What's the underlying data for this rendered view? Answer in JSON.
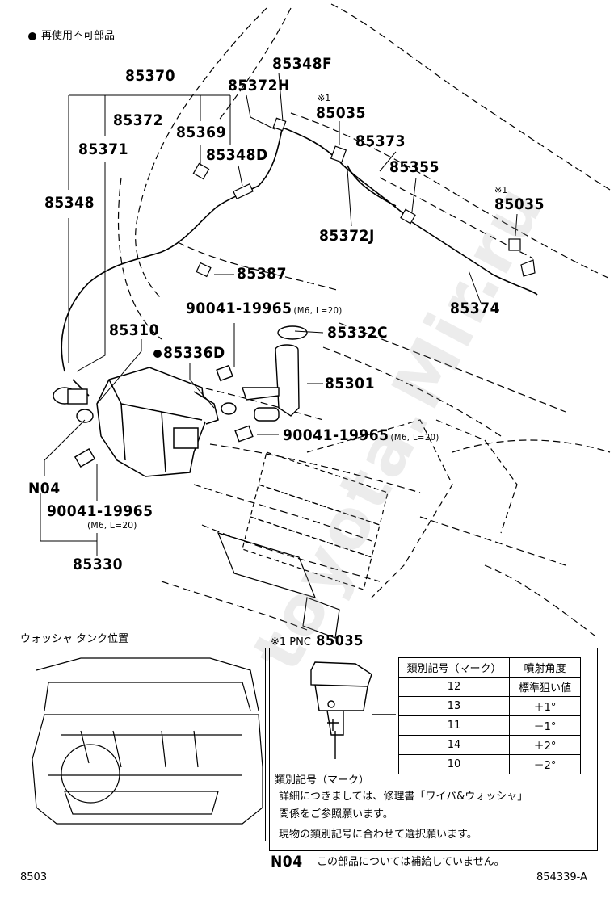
{
  "legend": {
    "symbol": "●",
    "text": "再使用不可部品"
  },
  "parts": {
    "p85370": "85370",
    "p85372": "85372",
    "p85371": "85371",
    "p85348": "85348",
    "p85369": "85369",
    "p85348d": "85348D",
    "p85348f": "85348F",
    "p85372h": "85372H",
    "p85035_top": "85035",
    "p85035_right": "85035",
    "p85373": "85373",
    "p85355": "85355",
    "p85372j": "85372J",
    "p85374": "85374",
    "p85387": "85387",
    "p90041_a": "90041-19965",
    "p90041_a_spec": "(M6, L=20)",
    "p85332c": "85332C",
    "p85310": "85310",
    "p85336d": "85336D",
    "p85301": "85301",
    "p90041_b": "90041-19965",
    "p90041_b_spec": "(M6, L=20)",
    "n04": "N04",
    "p90041_c": "90041-19965",
    "p90041_c_spec": "(M6, L=20)",
    "p85330": "85330",
    "ref_mark_1": "※1",
    "ref_mark_2": "※1"
  },
  "inset_left": {
    "title": "ウォッシャ タンク位置"
  },
  "inset_right": {
    "title_prefix": "※1 PNC",
    "title_pnc": "85035",
    "table": {
      "headers": [
        "類別記号（マーク）",
        "噴射角度"
      ],
      "rows": [
        [
          "12",
          "標準狙い値"
        ],
        [
          "13",
          "＋1°"
        ],
        [
          "11",
          "－1°"
        ],
        [
          "14",
          "＋2°"
        ],
        [
          "10",
          "－2°"
        ]
      ]
    },
    "mark_label": "類別記号（マーク）",
    "note1": "詳細につきましては、修理書「ワイパ&ウォッシャ」",
    "note2": "関係をご参照願います。",
    "note3": "現物の類別記号に合わせて選択願います。"
  },
  "footer": {
    "n04_code": "N04",
    "n04_text": "この部品については補給していません。",
    "left_code": "8503",
    "right_code": "854339-A"
  },
  "watermark": "toyota.Mir.ru"
}
